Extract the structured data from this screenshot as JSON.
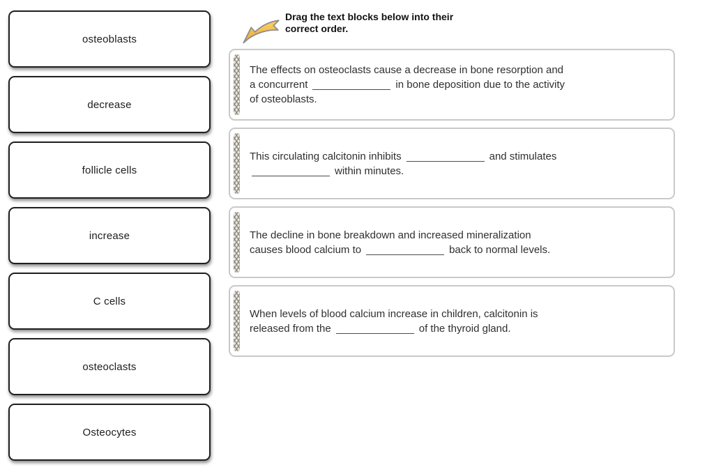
{
  "instruction": {
    "line1": "Drag the text blocks below into their",
    "line2": "correct order."
  },
  "tiles": [
    {
      "label": "osteoblasts"
    },
    {
      "label": "decrease"
    },
    {
      "label": "follicle cells"
    },
    {
      "label": "increase"
    },
    {
      "label": "C cells"
    },
    {
      "label": "osteoclasts"
    },
    {
      "label": "Osteocytes"
    }
  ],
  "drop_zones": [
    {
      "line1": "The effects on osteoclasts cause a decrease in bone resorption and",
      "line2a": "a concurrent",
      "line2b": "in bone deposition due to the activity",
      "line3": "of osteoblasts."
    },
    {
      "line1a": "This circulating calcitonin inhibits",
      "line1b": "and stimulates",
      "line2b": "within minutes."
    },
    {
      "line1": "The decline in bone breakdown and increased mineralization",
      "line2a": "causes blood calcium to",
      "line2b": "back to normal levels."
    },
    {
      "line1": "When levels of blood calcium increase in children, calcitonin is",
      "line2a": "released from the",
      "line2b": "of the thyroid gland."
    }
  ],
  "colors": {
    "arrow_fill_top": "#fbd36d",
    "arrow_fill_bottom": "#eca731",
    "arrow_outline": "#8f8f8c",
    "tile_border": "#1f1f1f",
    "drop_zone_border": "#c9c9c9",
    "handle_gray": "#8a867b",
    "text_primary": "#1c1c1c",
    "text_paragraph": "#2f2f2f",
    "background": "#ffffff"
  }
}
